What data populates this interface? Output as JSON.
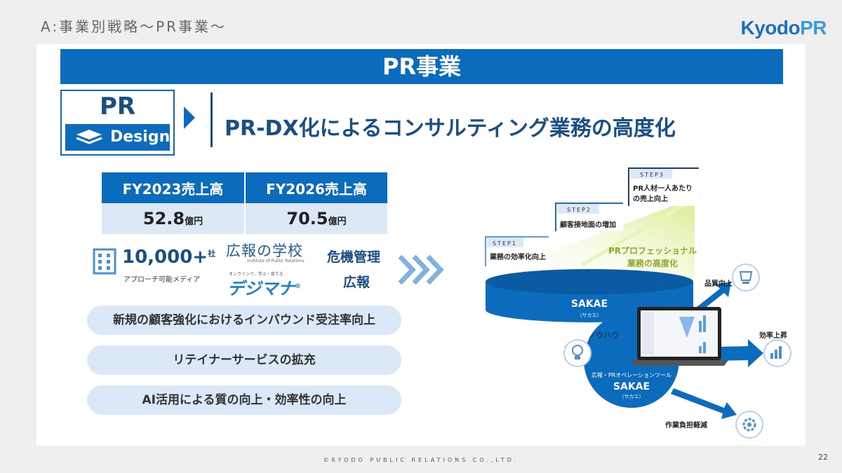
{
  "header": {
    "title": "A:事業別戦略～PR事業～",
    "logo_main": "Kyodo",
    "logo_accent": "PR"
  },
  "banner": {
    "title": "PR事業"
  },
  "pr_design": {
    "title": "PR",
    "label": "Design"
  },
  "headline": "PR-DX化によるコンサルティング業務の高度化",
  "sales": {
    "headers": [
      "FY2023売上高",
      "FY2026売上高"
    ],
    "values": [
      {
        "num": "52.8",
        "unit": "億円"
      },
      {
        "num": "70.5",
        "unit": "億円"
      }
    ]
  },
  "media": {
    "count": "10,000+",
    "count_suffix": "社",
    "label": "アプローチ可能メディア"
  },
  "school": {
    "name": "広報の学校",
    "sub": "Institute of Public Relations"
  },
  "dejima": {
    "tag": "オンラインで、学ぶ・育てる",
    "name": "デジマナ",
    "mark": "®"
  },
  "services": {
    "crisis": "危機管理",
    "pr": "広報"
  },
  "pills": [
    "新規の顧客強化におけるインバウンド受注率向上",
    "リテイナーサービスの拡充",
    "AI活用による質の向上・効率性の向上"
  ],
  "diagram": {
    "steps": [
      {
        "tag": "STEP1",
        "text": "業務の効率化向上"
      },
      {
        "tag": "STEP2",
        "text": "顧客接地面の増加"
      },
      {
        "tag": "STEP3",
        "text1": "PR人材一人あたり",
        "text2": "の売上向上"
      }
    ],
    "center_line1": "PRプロフェッショナル",
    "center_line2": "業務の高度化",
    "base_name": "SAKAE",
    "base_reading": "（サカエ）",
    "input_label": "ノウハウ",
    "tool_label": "広報・PRオペレーションツール",
    "tool_name": "SAKAE",
    "tool_reading": "（サカエ）",
    "outputs": [
      "品質向上",
      "効率上昇",
      "作業負担軽減"
    ]
  },
  "footer": {
    "copyright": "©KYODO PUBLIC RELATIONS CO.,LTD.",
    "page": "22"
  },
  "colors": {
    "primary": "#0b6cbd",
    "navy": "#1a4f86",
    "pill": "#dbe8f8",
    "table_cell": "#dce8f6"
  }
}
